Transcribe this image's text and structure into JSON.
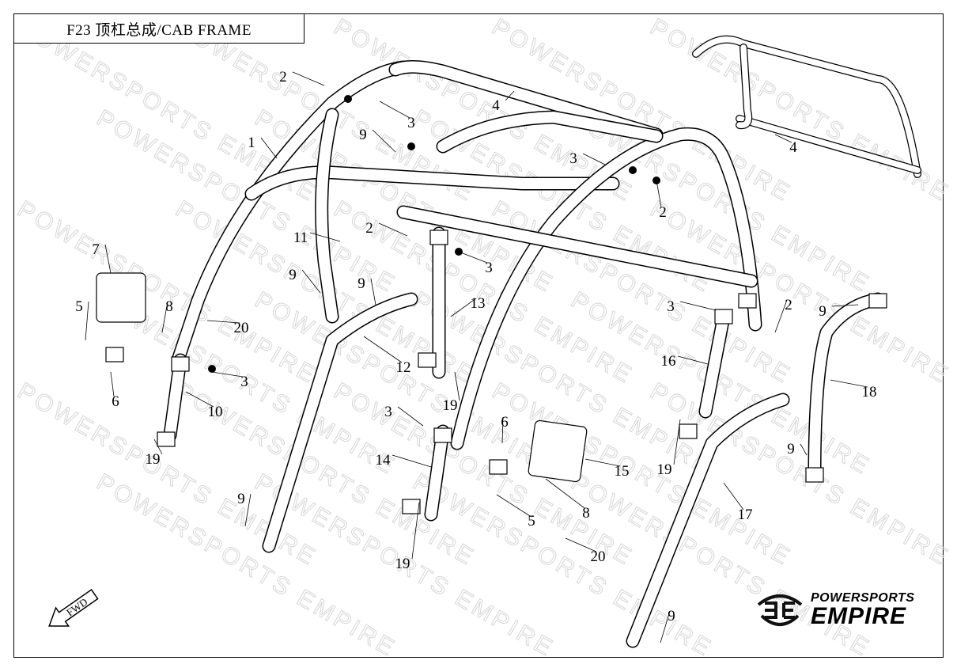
{
  "title": "F23 顶杠总成/CAB FRAME",
  "watermark": "POWERSPORTS EMPIRE",
  "logo": {
    "top": "POWERSPORTS",
    "bottom": "EMPIRE"
  },
  "fwd_label": "FWD",
  "callouts": [
    "1",
    "2",
    "3",
    "4",
    "9",
    "3",
    "2",
    "4",
    "11",
    "2",
    "3",
    "7",
    "9",
    "9",
    "13",
    "5",
    "8",
    "20",
    "3",
    "6",
    "10",
    "12",
    "19",
    "19",
    "3",
    "14",
    "6",
    "15",
    "5",
    "8",
    "19",
    "20",
    "9",
    "3",
    "2",
    "9",
    "16",
    "18",
    "19",
    "9",
    "17",
    "9"
  ]
}
